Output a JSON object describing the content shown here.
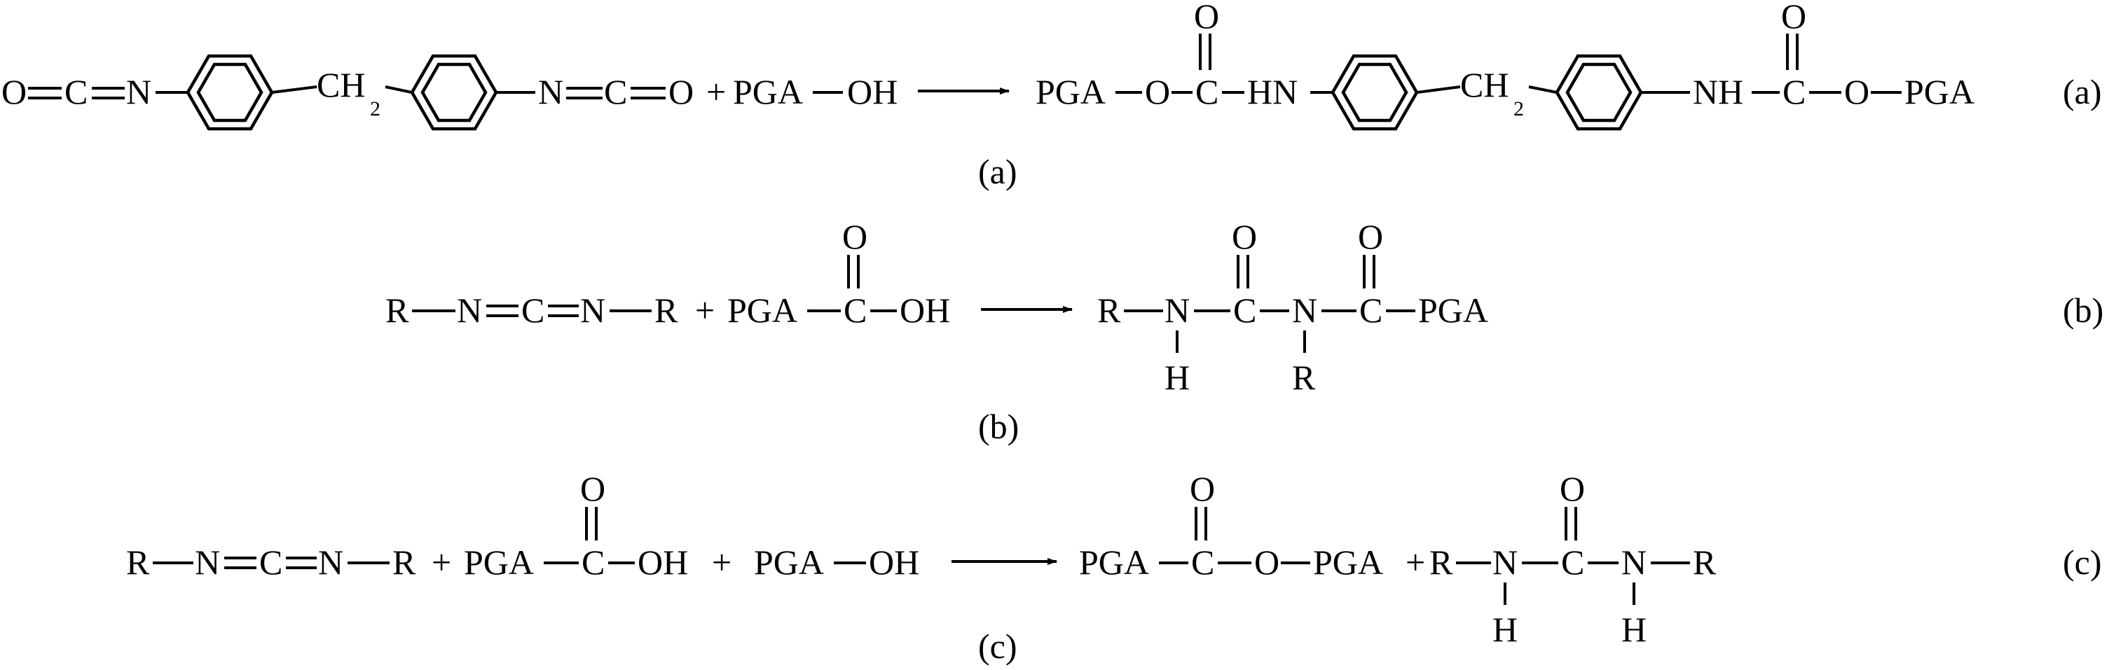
{
  "reactions": [
    {
      "id": "a",
      "label": "(a)",
      "caption": "(a)",
      "atoms": {
        "o_left": "O",
        "c_left": "C",
        "n_left": "N",
        "ch2": "CH",
        "ch2_sub": "2",
        "n_right": "N",
        "c_right": "C",
        "o_right": "O",
        "plus": "+",
        "pga_reactant": "PGA",
        "oh_reactant": "OH",
        "pga_p_left": "PGA",
        "o_p_left": "O",
        "c_p_left": "C",
        "co_p_left": "O",
        "hn_p": "HN",
        "ch2_p": "CH",
        "ch2_p_sub": "2",
        "nh_p": "NH",
        "c_p_right": "C",
        "co_p_right": "O",
        "o_p_right": "O",
        "pga_p_right": "PGA"
      }
    },
    {
      "id": "b",
      "label": "(b)",
      "caption": "(b)",
      "atoms": {
        "r1": "R",
        "n1": "N",
        "c1": "C",
        "n2": "N",
        "r2": "R",
        "plus": "+",
        "pga": "PGA",
        "c_acid": "C",
        "o_acid": "O",
        "oh": "OH",
        "r_p": "R",
        "n_p1": "N",
        "h_p1": "H",
        "c_p1": "C",
        "o_p1": "O",
        "n_p2": "N",
        "r_p2": "R",
        "c_p2": "C",
        "o_p2": "O",
        "pga_p": "PGA"
      }
    },
    {
      "id": "c",
      "label": "(c)",
      "caption": "(c)",
      "atoms": {
        "r1": "R",
        "n1": "N",
        "c1": "C",
        "n2": "N",
        "r2": "R",
        "plus1": "+",
        "pga1": "PGA",
        "c_acid": "C",
        "o_acid": "O",
        "oh1": "OH",
        "plus2": "+",
        "pga2": "PGA",
        "oh2": "OH",
        "pga_p1": "PGA",
        "c_p1": "C",
        "o_p1": "O",
        "o_ester": "O",
        "pga_p2": "PGA",
        "plus3": "+",
        "r_p1": "R",
        "n_p1": "N",
        "h_p1": "H",
        "c_p2": "C",
        "o_p2": "O",
        "n_p2": "N",
        "h_p2": "H",
        "r_p2": "R"
      }
    }
  ]
}
